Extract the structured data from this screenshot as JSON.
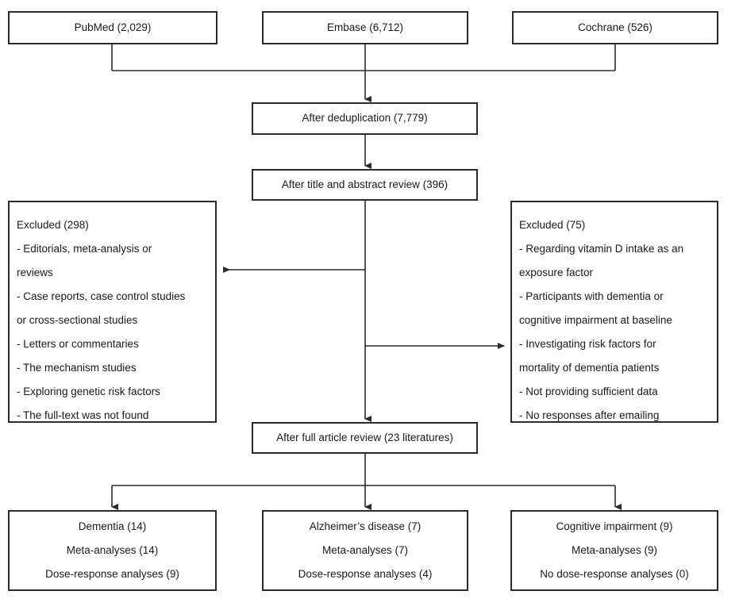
{
  "diagram": {
    "title": "Study selection flow diagram",
    "line_color": "#2b2b2b",
    "box_fill": "#ffffff",
    "text_color": "#1a1a1a"
  },
  "sources": [
    {
      "label": "PubMed (2,029)"
    },
    {
      "label": "Embase (6,712)"
    },
    {
      "label": "Cochrane (526)"
    }
  ],
  "screening": {
    "deduplication": "After deduplication (7,779)",
    "title_abstract": "After title and abstract review (396)",
    "full_article": "After full article review (23 literatures)"
  },
  "excluded_left": {
    "heading": "Excluded (298)",
    "reasons": [
      "- Editorials, meta-analysis or",
      "reviews",
      "- Case reports, case control studies",
      "or cross-sectional studies",
      "- Letters or commentaries",
      "- The mechanism studies",
      "- Exploring genetic risk factors",
      "- The full-text was not found"
    ]
  },
  "excluded_right": {
    "heading": "Excluded (75)",
    "reasons": [
      "- Regarding vitamin D intake as an",
      "exposure factor",
      "- Participants with dementia or",
      "cognitive impairment at baseline",
      "- Investigating risk factors for",
      "mortality of dementia patients",
      "- Not providing sufficient data",
      "- No responses after emailing"
    ]
  },
  "outcomes": [
    {
      "lines": [
        "Dementia (14)",
        "Meta-analyses (14)",
        "Dose-response analyses (9)"
      ]
    },
    {
      "lines": [
        "Alzheimer’s disease (7)",
        "Meta-analyses (7)",
        "Dose-response analyses (4)"
      ]
    },
    {
      "lines": [
        "Cognitive impairment (9)",
        "Meta-analyses (9)",
        "No dose-response analyses (0)"
      ]
    }
  ]
}
